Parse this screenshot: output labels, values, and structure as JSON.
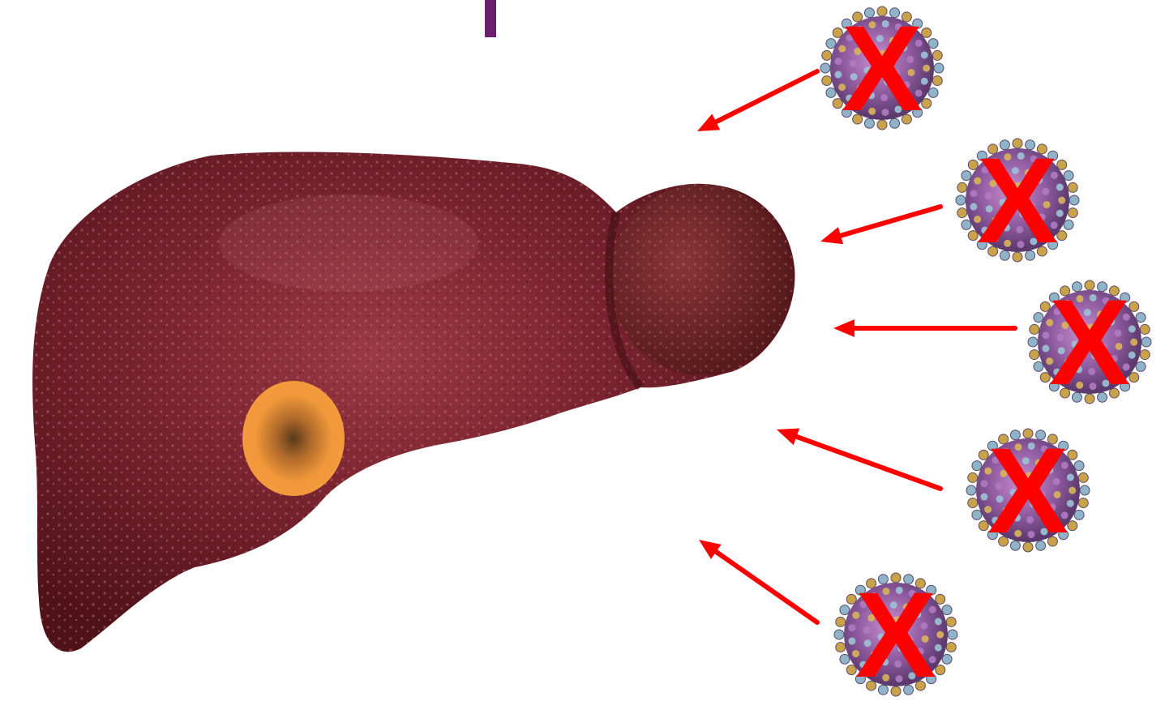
{
  "slide": {
    "title_fragment_color": "#6b1f6e",
    "liver": {
      "icon": "liver-icon",
      "color": "#6e1a1f"
    },
    "tumor": {
      "icon": "tumor-spot-icon",
      "color": "#f0983a"
    },
    "arrow_color": "#ff0000",
    "viruses": [
      {
        "icon": "virus-icon",
        "mark": "X"
      },
      {
        "icon": "virus-icon",
        "mark": "X"
      },
      {
        "icon": "virus-icon",
        "mark": "X"
      },
      {
        "icon": "virus-icon",
        "mark": "X"
      },
      {
        "icon": "virus-icon",
        "mark": "X"
      }
    ]
  }
}
